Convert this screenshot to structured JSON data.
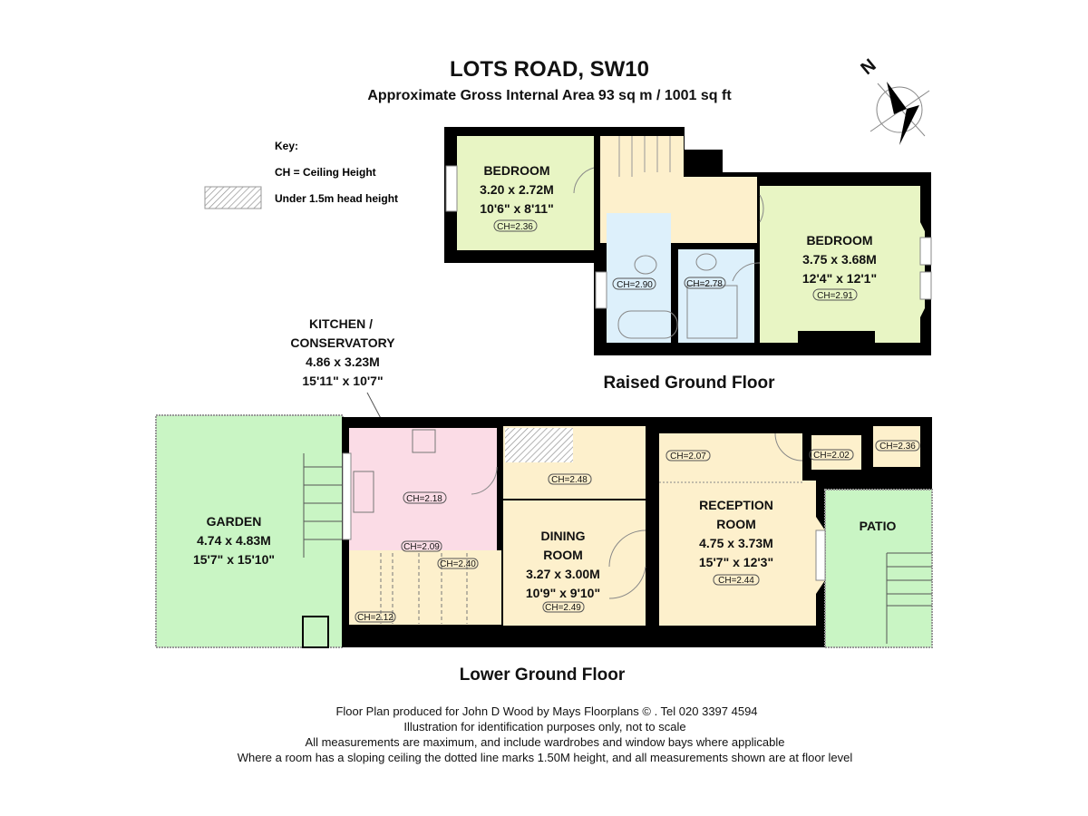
{
  "title": "LOTS ROAD, SW10",
  "subtitle": "Approximate Gross Internal Area 93 sq m  /  1001 sq ft",
  "compass_label": "N",
  "key": {
    "heading": "Key:",
    "ch": "CH  =  Ceiling Height",
    "hatch": "Under 1.5m head height"
  },
  "colors": {
    "bedroom": "#e8f5c4",
    "hall": "#fdf0cc",
    "bath": "#ddf0fb",
    "kitchen": "#fbdce6",
    "garden": "#c9f5c4",
    "wall": "#000000"
  },
  "raised_ground_floor": {
    "label": "Raised Ground Floor",
    "bedroom1": {
      "name": "BEDROOM",
      "metric": "3.20 x 2.72M",
      "imperial": "10'6\" x 8'11\"",
      "ch": "CH=2.36"
    },
    "bath1_ch": "CH=2.90",
    "bath2_ch": "CH=2.78",
    "bedroom2": {
      "name": "BEDROOM",
      "metric": "3.75 x 3.68M",
      "imperial": "12'4\" x 12'1\"",
      "ch": "CH=2.91"
    }
  },
  "lower_ground_floor": {
    "label": "Lower Ground Floor",
    "kitchen": {
      "name1": "KITCHEN /",
      "name2": "CONSERVATORY",
      "metric": "4.86 x 3.23M",
      "imperial": "15'11\" x 10'7\"",
      "ch": "CH=2.18"
    },
    "garden": {
      "name": "GARDEN",
      "metric": "4.74 x 4.83M",
      "imperial": "15'7\" x 15'10\""
    },
    "dining": {
      "name1": "DINING",
      "name2": "ROOM",
      "metric": "3.27 x 3.00M",
      "imperial": "10'9\" x 9'10\"",
      "ch": "CH=2.49"
    },
    "reception": {
      "name1": "RECEPTION",
      "name2": "ROOM",
      "metric": "4.75 x 3.73M",
      "imperial": "15'7\" x 12'3\"",
      "ch": "CH=2.44"
    },
    "patio": {
      "name": "PATIO"
    },
    "ch_labels": {
      "c209": "CH=2.09",
      "c240": "CH=2.40",
      "c212": "CH=2.12",
      "c248": "CH=2.48",
      "c207": "CH=2.07",
      "c202": "CH=2.02",
      "c236": "CH=2.36"
    }
  },
  "footer": [
    "Floor Plan produced for John D Wood by Mays Floorplans  © . Tel 020 3397 4594",
    "Illustration for identification purposes only, not to scale",
    "All measurements are maximum, and include wardrobes and window bays where applicable",
    "Where a room has a sloping ceiling the dotted line marks 1.50M height, and all measurements shown are at floor level"
  ]
}
